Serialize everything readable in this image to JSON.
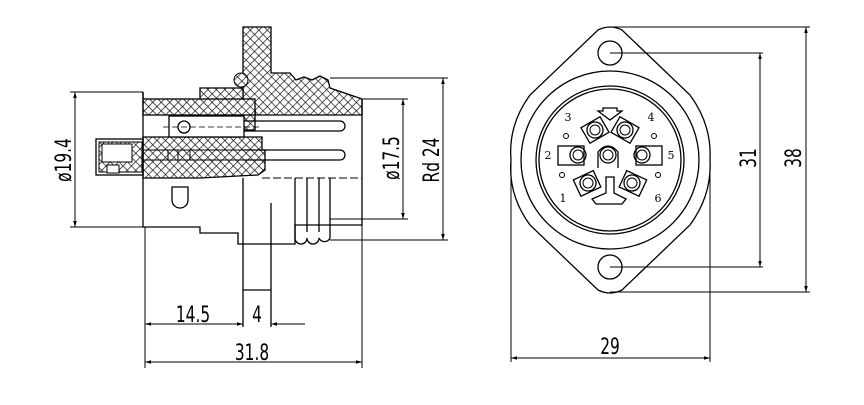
{
  "side_view": {
    "dim_body_diameter": "ø19.4",
    "dim_insert_diameter": "ø17.5",
    "dim_thread": "Rd 24",
    "dim_front_length": "14.5",
    "dim_flange_thickness": "4",
    "dim_total_length": "31.8"
  },
  "front_view": {
    "pin_labels": [
      "1",
      "2",
      "3",
      "4",
      "5",
      "6"
    ],
    "dim_hole_spacing": "31",
    "dim_flange_height": "38",
    "dim_flange_width": "29"
  }
}
